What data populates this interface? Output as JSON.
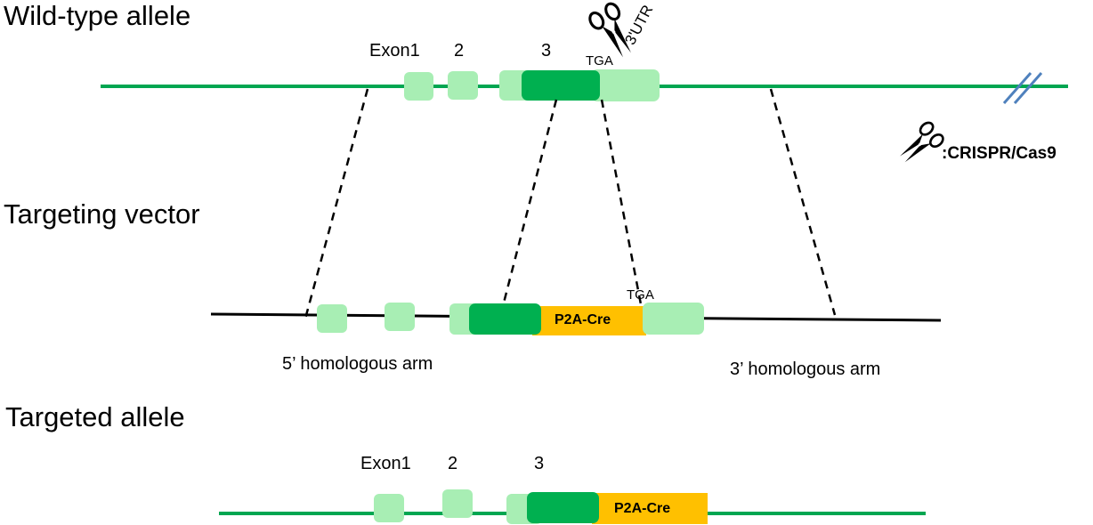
{
  "titles": {
    "wild_type": "Wild-type allele",
    "targeting_vector": "Targeting vector",
    "targeted": "Targeted allele"
  },
  "wild_type_allele": {
    "exon1_label": "Exon1",
    "exon2_label": "2",
    "exon3_label": "3",
    "stop_codon": "TGA",
    "utr_label": "3'UTR"
  },
  "targeting_vector": {
    "stop_codon": "TGA",
    "cassette_label": "P2A-Cre",
    "arm_5_label": "5’ homologous arm",
    "arm_3_label": "3’ homologous arm"
  },
  "targeted_allele": {
    "exon1_label": "Exon1",
    "exon2_label": "2",
    "exon3_label": "3",
    "cassette_label": "P2A-Cre"
  },
  "legend": {
    "crispr_label": ":CRISPR/Cas9",
    "icon": "scissors-icon"
  },
  "colors": {
    "genomic_line": "#00A651",
    "vector_line": "#000000",
    "exon_light": "#A8EEB4",
    "exon_dark": "#00B050",
    "cassette": "#FFC000",
    "break_mark": "#4F81BD"
  }
}
